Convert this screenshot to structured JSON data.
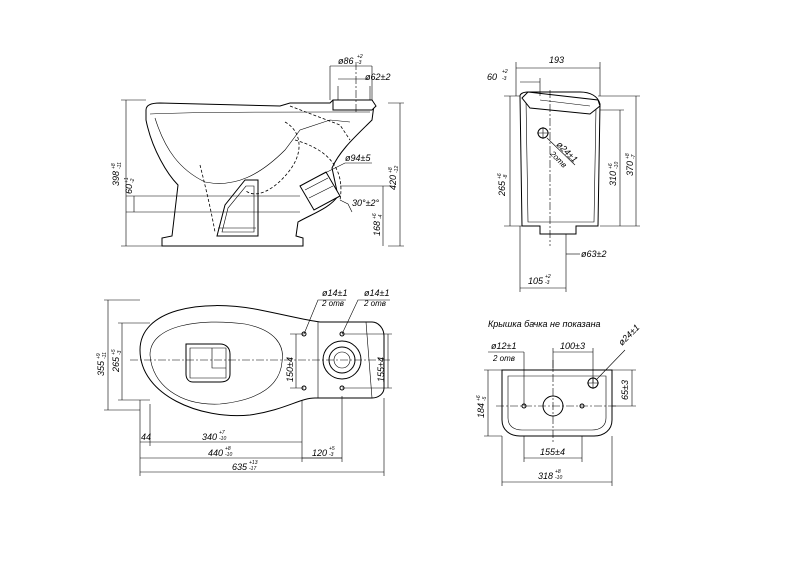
{
  "caption": "Крышка бачка не показана",
  "side_view": {
    "d_outlet": "ø86",
    "d_outlet_tol_top": "+2",
    "d_outlet_tol_bot": "-3",
    "d_inlet": "ø62±2",
    "h_total": "398",
    "h_total_tol_top": "+8",
    "h_total_tol_bot": "-11",
    "h_rim": "420",
    "h_rim_tol_top": "+8",
    "h_rim_tol_bot": "-12",
    "h_outlet": "60",
    "h_outlet_tol_top": "+1",
    "h_outlet_tol_bot": "-2",
    "d_pipe": "ø94±5",
    "angle": "30°±2°",
    "h_base": "168",
    "h_base_tol_top": "+6",
    "h_base_tol_bot": "-4"
  },
  "tank_front": {
    "w_top": "193",
    "w_left": "60",
    "w_left_tol_top": "+2",
    "w_left_tol_bot": "-3",
    "hole_d": "ø24±1",
    "hole_count": "2отв",
    "h_265": "265",
    "h_265_tol_top": "+6",
    "h_265_tol_bot": "-8",
    "h_310": "310",
    "h_310_tol_top": "+6",
    "h_310_tol_bot": "-10",
    "h_370": "370",
    "h_370_tol_top": "+8",
    "h_370_tol_bot": "-7",
    "d_bottom": "ø63±2",
    "w_bottom": "105",
    "w_bottom_tol_top": "+2",
    "w_bottom_tol_bot": "-3"
  },
  "top_view": {
    "hole_a": "ø14±1",
    "hole_a_count": "2 отв",
    "hole_b": "ø14±1",
    "hole_b_count": "2 отв",
    "w_355": "355",
    "w_355_tol_top": "+9",
    "w_355_tol_bot": "-11",
    "w_265": "265",
    "w_265_tol_top": "+5",
    "w_265_tol_bot": "-3",
    "d_150": "150±4",
    "d_155": "155±4",
    "l_44": "44",
    "l_340": "340",
    "l_340_tol_top": "+7",
    "l_340_tol_bot": "-10",
    "l_440": "440",
    "l_440_tol_top": "+8",
    "l_440_tol_bot": "-10",
    "l_120": "120",
    "l_120_tol_top": "+5",
    "l_120_tol_bot": "-3",
    "l_635": "635",
    "l_635_tol_top": "+13",
    "l_635_tol_bot": "-17"
  },
  "tank_top": {
    "hole_d": "ø12±1",
    "hole_count": "2 отв",
    "spacing": "100±3",
    "hole_big": "ø24±1",
    "h_65": "65±3",
    "depth": "184",
    "depth_tol_top": "+6",
    "depth_tol_bot": "-5",
    "w_155": "155±4",
    "w_318": "318",
    "w_318_tol_top": "+8",
    "w_318_tol_bot": "-10"
  }
}
